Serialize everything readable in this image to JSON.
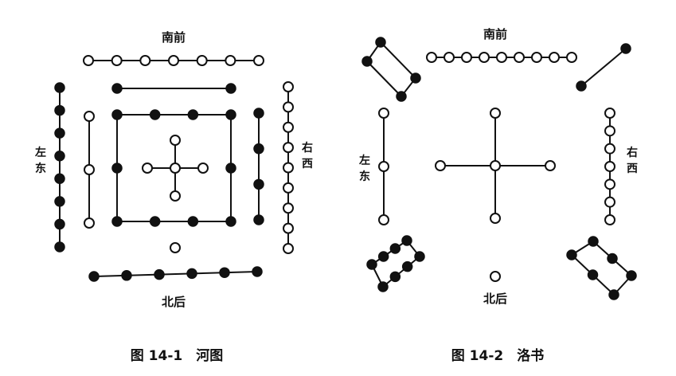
{
  "hetu": {
    "label_top": "南前",
    "label_bottom": "北后",
    "label_left": "左东",
    "label_right": "右西",
    "caption": "图 14-1　河图",
    "groups": {
      "top_outer": {
        "count": 7,
        "color": "white"
      },
      "top_inner": {
        "count": 2,
        "color": "black"
      },
      "bottom_inner": {
        "count": 1,
        "color": "white"
      },
      "bottom_outer": {
        "count": 6,
        "color": "black"
      },
      "left_outer": {
        "count": 8,
        "color": "black"
      },
      "left_inner": {
        "count": 3,
        "color": "white"
      },
      "right_inner": {
        "count": 4,
        "color": "black"
      },
      "right_outer": {
        "count": 9,
        "color": "white"
      },
      "center_square": {
        "count": 10,
        "color": "black"
      },
      "center_cross": {
        "count": 5,
        "color": "white"
      }
    }
  },
  "luoshu": {
    "label_top": "南前",
    "label_bottom": "北后",
    "label_left": "左东",
    "label_right": "右西",
    "caption": "图 14-2　洛书",
    "groups": {
      "top": {
        "count": 9,
        "color": "white"
      },
      "bottom": {
        "count": 1,
        "color": "white"
      },
      "left": {
        "count": 3,
        "color": "white"
      },
      "right": {
        "count": 7,
        "color": "white"
      },
      "center": {
        "count": 5,
        "color": "white"
      },
      "top_left": {
        "count": 4,
        "color": "black"
      },
      "top_right": {
        "count": 2,
        "color": "black"
      },
      "bottom_left": {
        "count": 8,
        "color": "black"
      },
      "bottom_right": {
        "count": 6,
        "color": "black"
      }
    }
  }
}
